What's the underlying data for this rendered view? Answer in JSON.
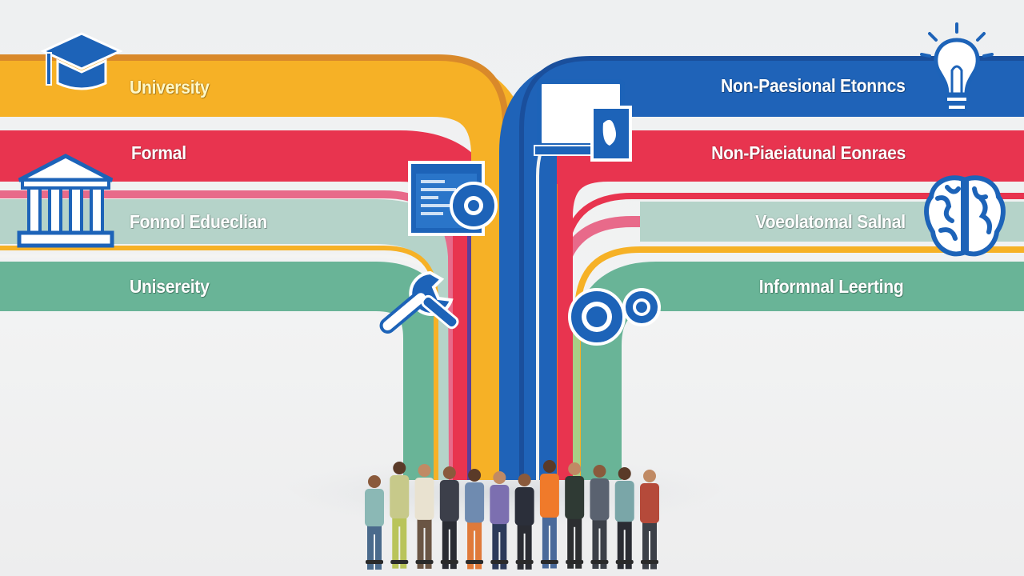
{
  "colors": {
    "background": "#eef0f1",
    "yellow": "#f6b126",
    "yellow_dark": "#d9892a",
    "red": "#e8344f",
    "pink": "#e86a8a",
    "light_teal": "#b5d3c9",
    "green": "#69b497",
    "purple": "#5b3f99",
    "blue": "#1f63b8",
    "blue_dark": "#1a4f9c",
    "orange": "#f47a23",
    "light_green": "#a8cf86",
    "icon_blue": "#1d63b8"
  },
  "left_tracks": [
    {
      "label": "University",
      "color": "yellow",
      "icon": "graduation-cap-icon"
    },
    {
      "label": "Formal",
      "color": "red",
      "icon": "classical-building-icon"
    },
    {
      "label": "Fonnol Edueclian",
      "color": "light_teal",
      "icon": "web-page-gear-icon"
    },
    {
      "label": "Unisereity",
      "color": "green",
      "icon": "wrench-tools-icon"
    }
  ],
  "right_tracks": [
    {
      "label": "Non-Paesional Etonncs",
      "color": "blue",
      "icon": "lightbulb-icon"
    },
    {
      "label": "Non-Piaeiatunal Eonraes",
      "color": "red",
      "icon": "laptop-book-icon"
    },
    {
      "label": "Voeolatomal Salnal",
      "color": "pink",
      "icon": "brain-icon"
    },
    {
      "label": "Informnal Leerting",
      "color": "green",
      "icon": "gears-icon"
    }
  ],
  "people": {
    "count": 12
  }
}
